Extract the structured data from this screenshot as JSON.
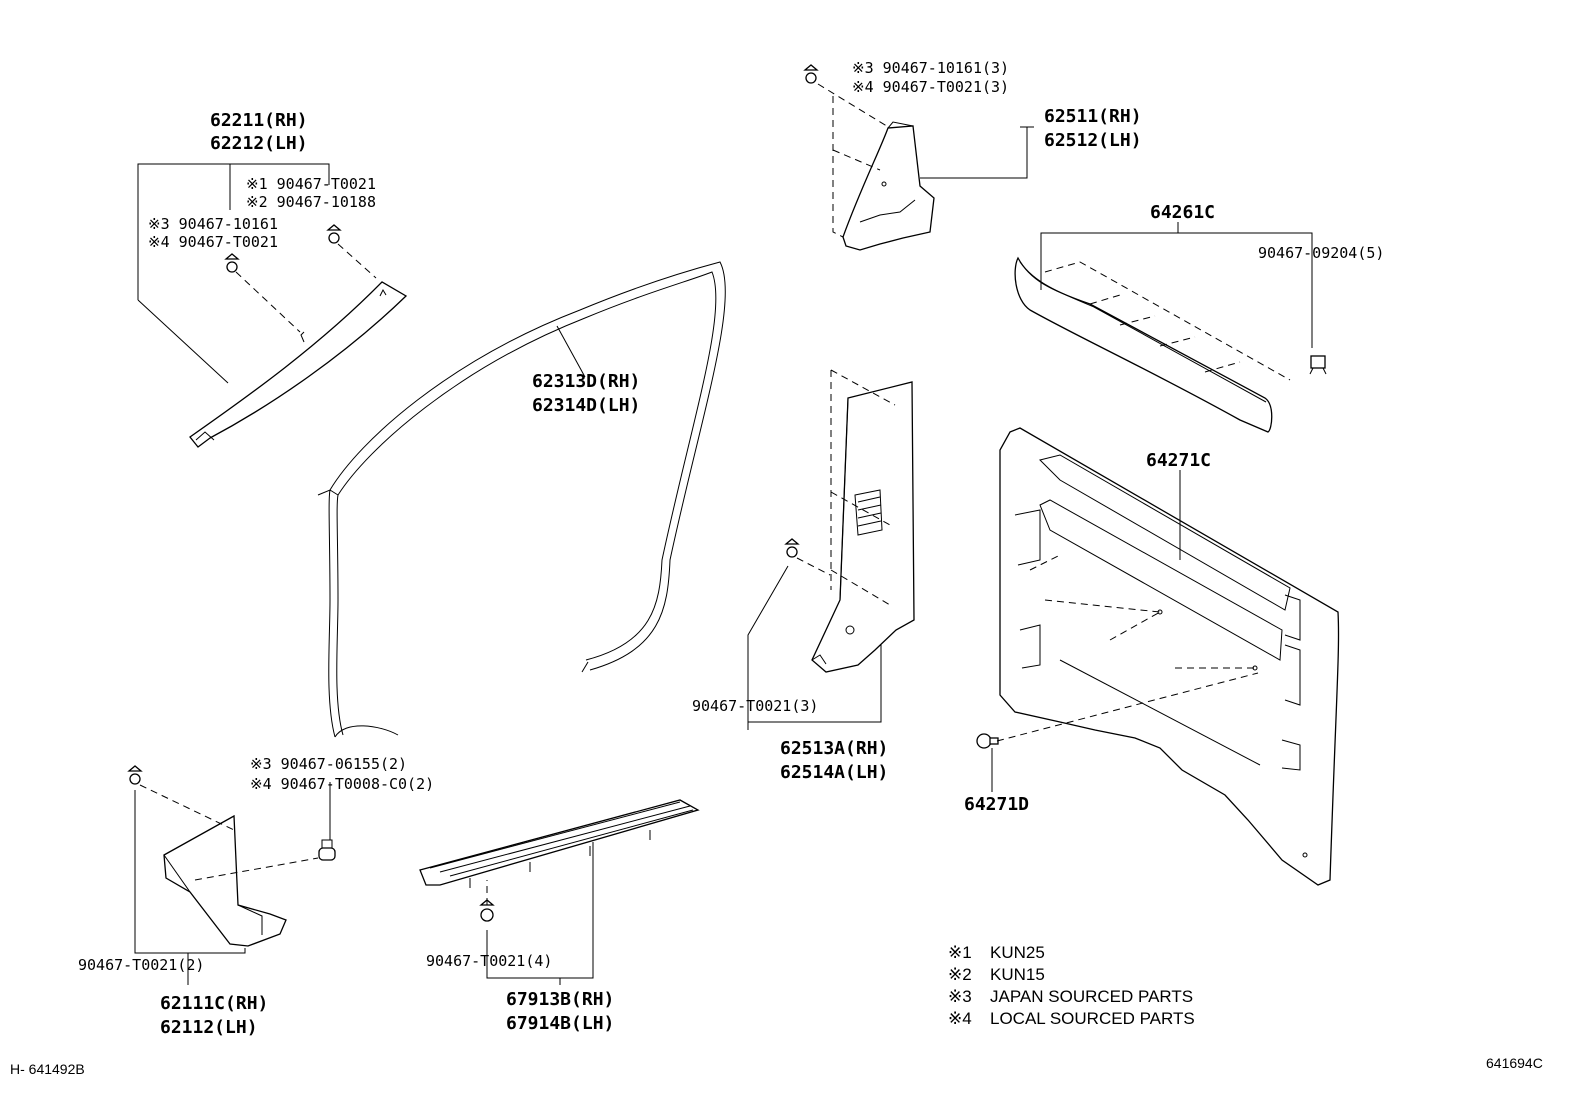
{
  "callouts": {
    "a_pillar": [
      "62211(RH)",
      "62212(LH)"
    ],
    "a_pillar_clips": [
      "※1 90467-T0021",
      "※2 90467-10188",
      "※3 90467-10161",
      "※4 90467-T0021"
    ],
    "weatherstrip": [
      "62313D(RH)",
      "62314D(LH)"
    ],
    "top_clips": [
      "※3 90467-10161(3)",
      "※4 90467-T0021(3)"
    ],
    "c_pillar": [
      "62511(RH)",
      "62512(LH)"
    ],
    "rail": "64261C",
    "rail_clip": "90467-09204(5)",
    "back_panel": "64271C",
    "back_clip": "64271D",
    "b_pillar_clip": "90467-T0021(3)",
    "b_pillar": [
      "62513A(RH)",
      "62514A(LH)"
    ],
    "kick_clips": [
      "※3 90467-06155(2)",
      "※4 90467-T0008-C0(2)"
    ],
    "kick_clip2": "90467-T0021(2)",
    "kick_panel": [
      "62111C(RH)",
      "62112(LH)"
    ],
    "scuff_clip": "90467-T0021(4)",
    "scuff_plate": [
      "67913B(RH)",
      "67914B(LH)"
    ]
  },
  "legend": [
    {
      "mark": "※1",
      "text": "KUN25"
    },
    {
      "mark": "※2",
      "text": "KUN15"
    },
    {
      "mark": "※3",
      "text": "JAPAN SOURCED PARTS"
    },
    {
      "mark": "※4",
      "text": "LOCAL SOURCED PARTS"
    }
  ],
  "footer": {
    "left": "H- 641492B",
    "right": "641694C"
  }
}
